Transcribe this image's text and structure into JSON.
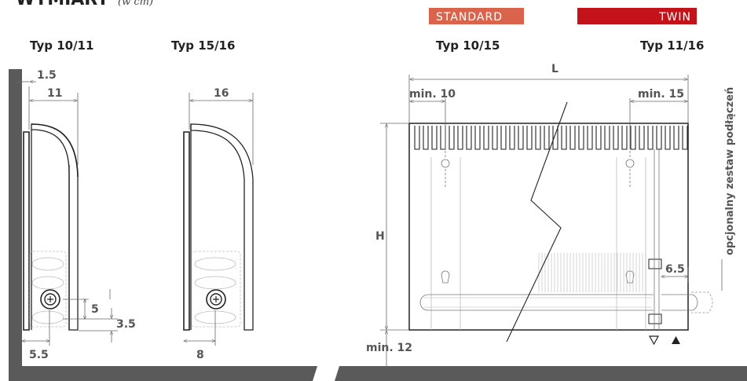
{
  "header": {
    "title": "WYMIARY",
    "unit": "(w cm)"
  },
  "badges": {
    "standard": "STANDARD",
    "twin": "TWIN"
  },
  "colors": {
    "standard": "#d9644b",
    "twin": "#c4121a",
    "wall": "#5a5a5a"
  },
  "left_panel": {
    "type_a": "Typ 10/11",
    "type_b": "Typ 15/16",
    "dims": {
      "gap_wall": "1.5",
      "depth_a": "11",
      "depth_b": "16",
      "pipe_height": "5",
      "bottom_gap": "3.5",
      "pipe_offset_a": "5.5",
      "pipe_offset_b": "8"
    }
  },
  "right_panel": {
    "type_standard": "Typ 10/15",
    "type_twin": "Typ 11/16",
    "dims": {
      "length": "L",
      "min_left": "min. 10",
      "min_right": "min. 15",
      "height": "H",
      "min_bottom": "min. 12",
      "connector": "6.5"
    },
    "side_label": "opcjonalny zestaw podłączeń"
  }
}
